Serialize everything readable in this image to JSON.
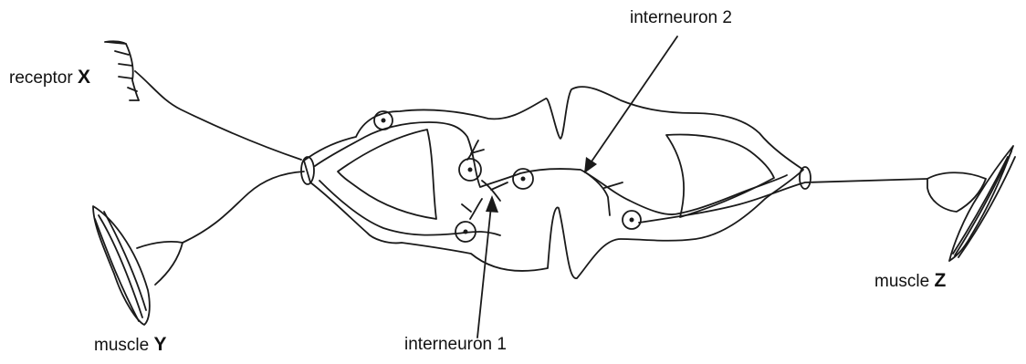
{
  "labels": {
    "receptor": {
      "text": "receptor ",
      "letter": "X"
    },
    "muscle_y": {
      "text": "muscle ",
      "letter": "Y"
    },
    "muscle_z": {
      "text": "muscle ",
      "letter": "Z"
    },
    "interneuron_1": "interneuron 1",
    "interneuron_2": "interneuron 2"
  }
}
